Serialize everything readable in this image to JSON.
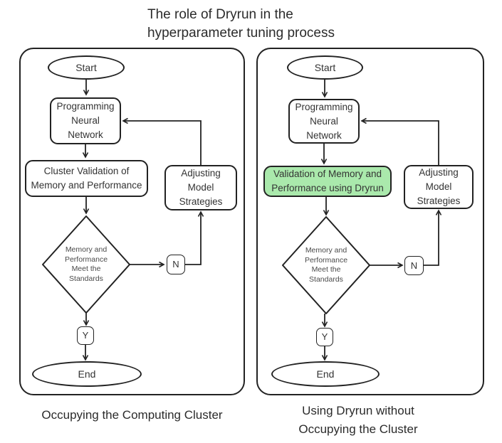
{
  "title": "The role of Dryrun in the\nhyperparameter tuning process",
  "colors": {
    "stroke": "#222222",
    "highlight_fill": "#aae9ac",
    "text": "#333333"
  },
  "panels": [
    {
      "caption": "Occupying the Computing Cluster",
      "nodes": {
        "start": "Start",
        "programming": "Programming\nNeural\nNetwork",
        "validation": "Cluster Validation of\nMemory and Performance",
        "adjusting": "Adjusting\nModel\nStrategies",
        "decision": "Memory and\nPerformance\nMeet the\nStandards",
        "no_label": "N",
        "yes_label": "Y",
        "end": "End"
      }
    },
    {
      "caption": "Using Dryrun without\nOccupying the Cluster",
      "nodes": {
        "start": "Start",
        "programming": "Programming\nNeural\nNetwork",
        "validation": "Validation of Memory and\nPerformance using Dryrun",
        "adjusting": "Adjusting\nModel\nStrategies",
        "decision": "Memory and\nPerformance\nMeet the\nStandards",
        "no_label": "N",
        "yes_label": "Y",
        "end": "End"
      }
    }
  ]
}
